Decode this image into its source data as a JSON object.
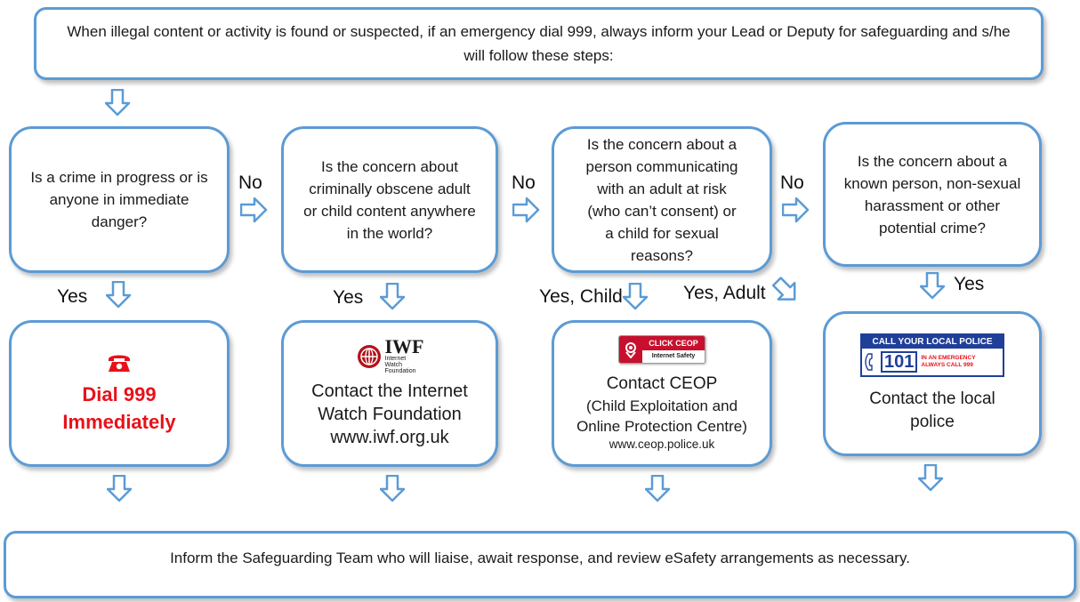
{
  "header": {
    "text": "When illegal content or activity is found or suspected, if an emergency dial 999, always inform your Lead or Deputy for safeguarding and s/he will follow these steps:"
  },
  "questions": [
    {
      "text": "Is a crime in progress or is anyone in immediate danger?"
    },
    {
      "text": "Is the concern about criminally obscene adult or child content anywhere in the world?"
    },
    {
      "text": "Is the concern about a person communicating with an adult at risk (who can’t consent) or a child for sexual reasons?"
    },
    {
      "text": "Is the concern about a known person, non-sexual harassment or other potential crime?"
    }
  ],
  "branch_labels": {
    "no": "No",
    "yes": "Yes",
    "yes_child": "Yes, Child",
    "yes_adult": "Yes, Adult"
  },
  "actions": {
    "dial": {
      "icon": "telephone-icon",
      "line1": "Dial 999",
      "line2": "Immediately",
      "color": "#e8111a"
    },
    "iwf": {
      "logo_main": "IWF",
      "logo_sub": [
        "Internet",
        "Watch",
        "Foundation"
      ],
      "line1": "Contact the Internet",
      "line2": "Watch Foundation",
      "line3": "www.iwf.org.uk"
    },
    "ceop": {
      "logo_main": "CLICK CEOP",
      "logo_sub": "Internet Safety",
      "line1": "Contact CEOP",
      "line2": "(Child Exploitation and",
      "line3": "Online Protection Centre)",
      "line4": "www.ceop.police.uk"
    },
    "police": {
      "logo_top": "CALL YOUR LOCAL POLICE",
      "logo_number": "101",
      "logo_note1": "IN AN EMERGENCY",
      "logo_note2": "ALWAYS CALL 999",
      "line1": "Contact the local",
      "line2": "police"
    }
  },
  "footer": {
    "text": "Inform the Safeguarding Team who will liaise, await response, and review eSafety arrangements as necessary."
  },
  "colors": {
    "border": "#5b9bd5",
    "alert": "#e8111a",
    "ceop": "#c8102e",
    "police_blue": "#1f3f9a"
  }
}
